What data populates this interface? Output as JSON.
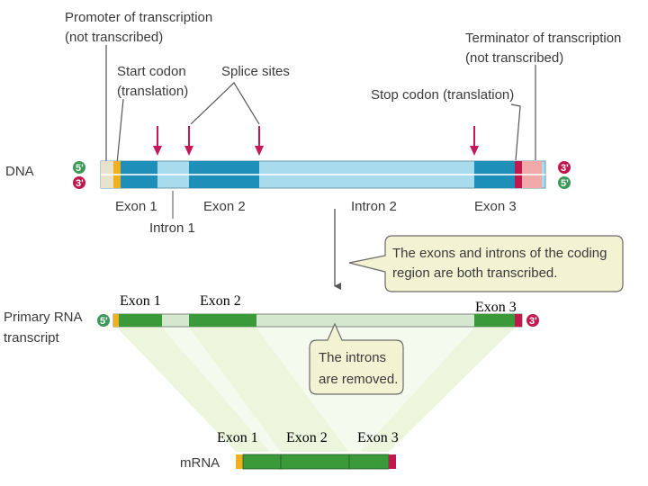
{
  "labels": {
    "promoter_line1": "Promoter of transcription",
    "promoter_line2": "(not transcribed)",
    "start_line1": "Start codon",
    "start_line2": "(translation)",
    "splice": "Splice sites",
    "terminator_line1": "Terminator of transcription",
    "terminator_line2": "(not transcribed)",
    "stop": "Stop codon (translation)",
    "dna": "DNA",
    "primary_line1": "Primary RNA",
    "primary_line2": "transcript",
    "mrna": "mRNA"
  },
  "dna_regions": {
    "exon1": "Exon 1",
    "intron1": "Intron 1",
    "exon2": "Exon 2",
    "intron2": "Intron 2",
    "exon3": "Exon 3"
  },
  "primary_labels": {
    "exon1": "Exon 1",
    "exon2": "Exon 2",
    "exon3": "Exon 3"
  },
  "mrna_labels": {
    "exon1": "Exon 1",
    "exon2": "Exon 2",
    "exon3": "Exon 3"
  },
  "callouts": {
    "transcribed_line1": "The exons and introns of the coding",
    "transcribed_line2": "region are both transcribed.",
    "removed_line1": "The introns",
    "removed_line2": "are removed."
  },
  "ends": {
    "five": "5'",
    "three": "3'"
  },
  "colors": {
    "exon_dna": "#1e8fb8",
    "intron_dna": "#a8dcec",
    "exon_rna": "#3a9a3a",
    "intron_rna": "#d4e8d0",
    "promoter": "#e8e2cc",
    "start_codon": "#f0b020",
    "stop_codon": "#c0184c",
    "terminator": "#f0a8a8",
    "callout_fill": "#f3f3d4",
    "arrow_magenta": "#c4185a",
    "five_prime": "#3c9a58",
    "three_prime": "#c0184c"
  }
}
